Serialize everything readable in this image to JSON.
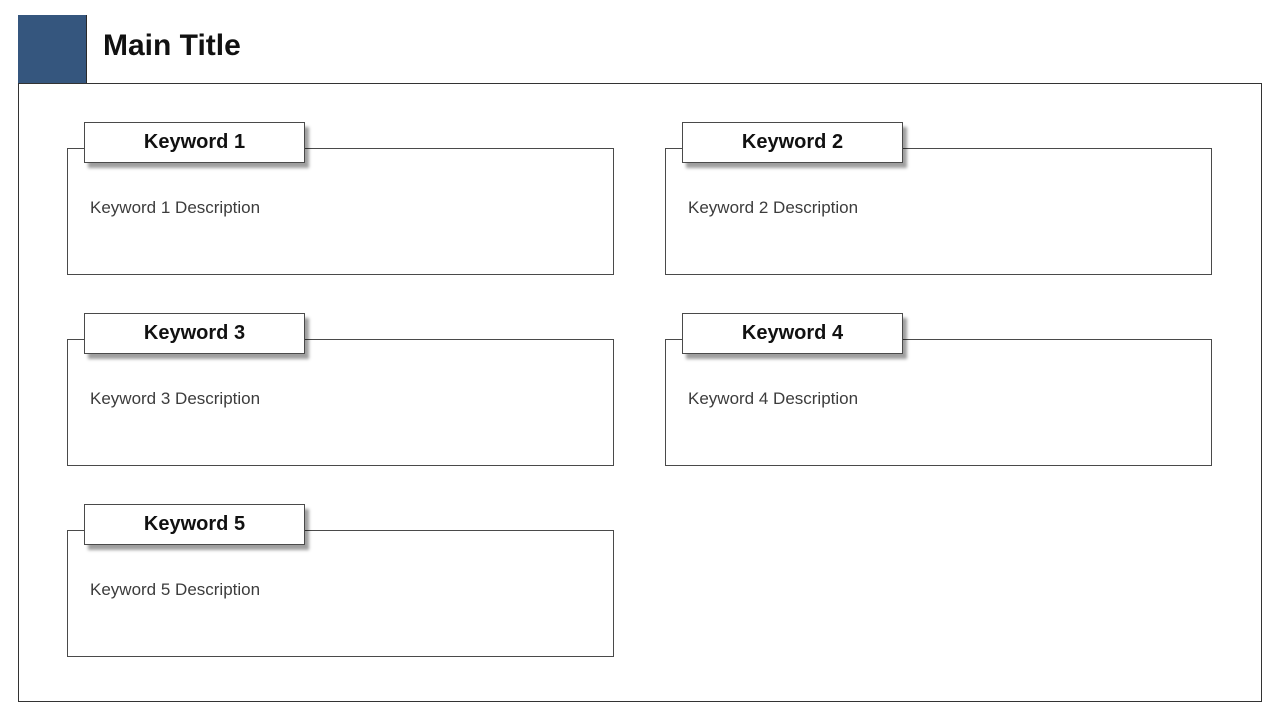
{
  "header": {
    "title": "Main Title",
    "accent_color": "#35567E"
  },
  "cards": [
    {
      "label": "Keyword 1",
      "description": "Keyword 1 Description"
    },
    {
      "label": "Keyword 2",
      "description": "Keyword 2 Description"
    },
    {
      "label": "Keyword 3",
      "description": "Keyword 3 Description"
    },
    {
      "label": "Keyword 4",
      "description": "Keyword 4 Description"
    },
    {
      "label": "Keyword 5",
      "description": "Keyword 5 Description"
    }
  ]
}
